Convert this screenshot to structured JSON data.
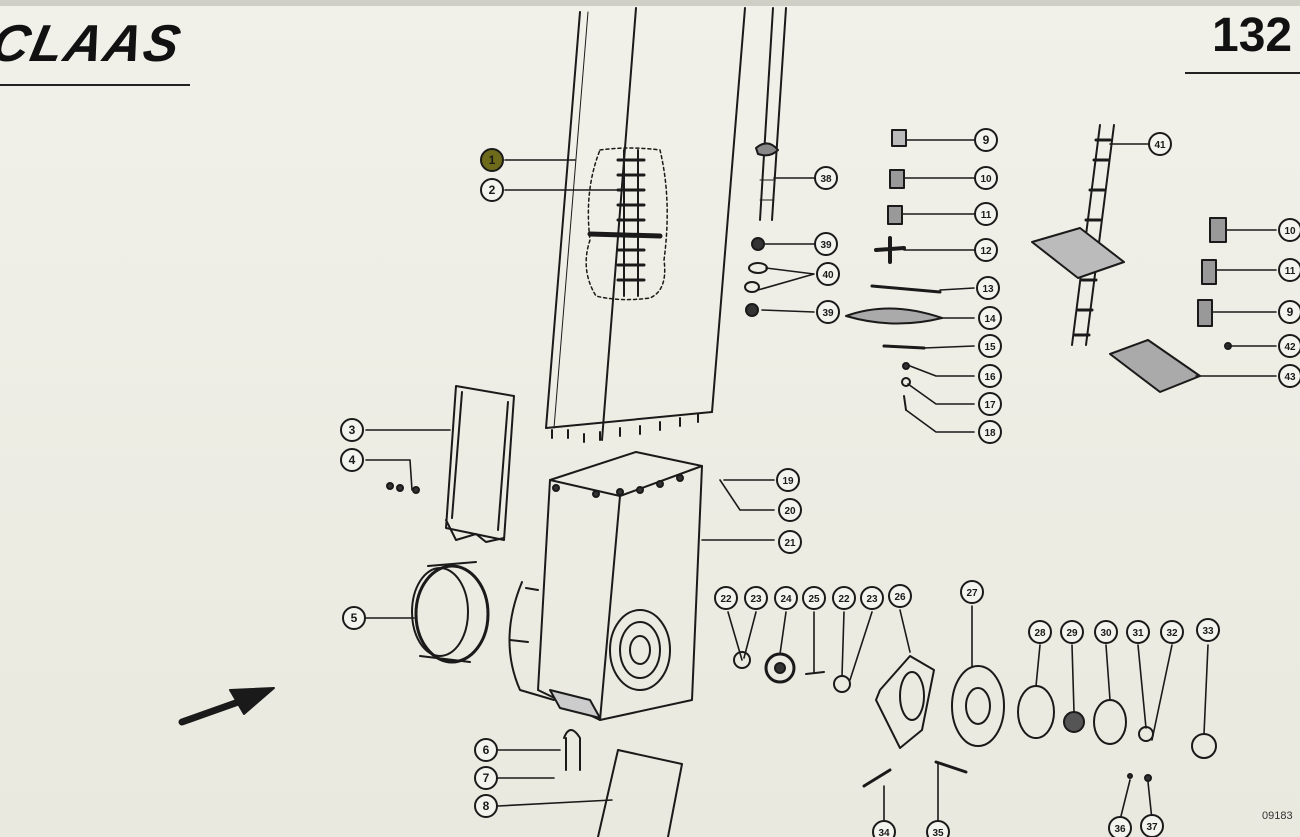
{
  "header": {
    "brand": "CLAAS",
    "page_number": "132"
  },
  "figure_code": "09183",
  "callouts": [
    "1",
    "2",
    "3",
    "4",
    "5",
    "6",
    "7",
    "8",
    "9",
    "10",
    "11",
    "12",
    "13",
    "14",
    "15",
    "16",
    "17",
    "18",
    "19",
    "20",
    "21",
    "22",
    "23",
    "24",
    "25",
    "22",
    "23",
    "26",
    "27",
    "28",
    "29",
    "30",
    "31",
    "32",
    "33",
    "34",
    "35",
    "36",
    "37",
    "38",
    "39",
    "40",
    "39",
    "41",
    "10",
    "11",
    "9",
    "42",
    "43"
  ],
  "callout_types": {
    "highlighted": "1"
  },
  "colors": {
    "paper": "#ebebe2",
    "ink": "#1a1a1a",
    "highlight": "#6d6a1a"
  },
  "icons": [
    "direction-arrow-icon"
  ]
}
